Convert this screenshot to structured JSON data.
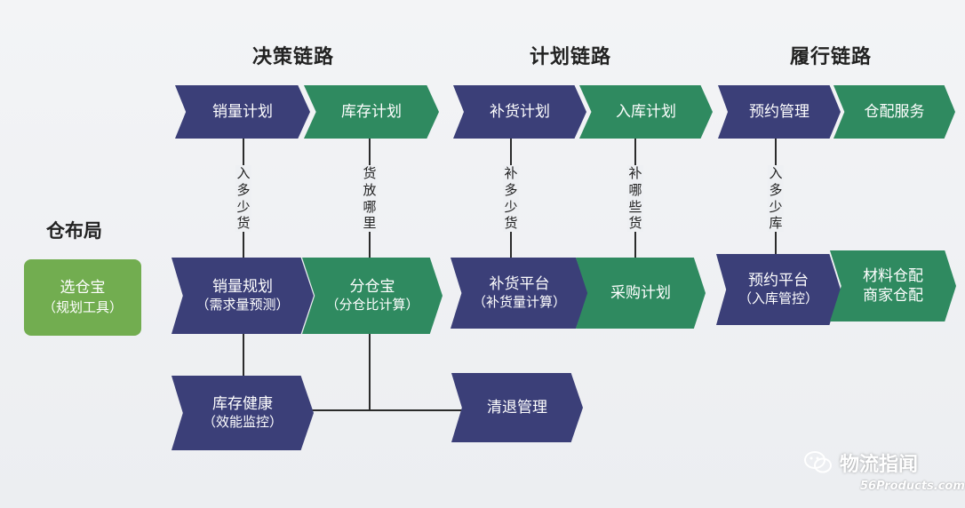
{
  "headers": {
    "decision": "决策链路",
    "plan": "计划链路",
    "fulfill": "履行链路"
  },
  "side": {
    "title": "仓布局",
    "tool_name": "选仓宝",
    "tool_sub": "（规划工具）"
  },
  "nodes": {
    "sales_plan": "销量计划",
    "inventory_plan": "库存计划",
    "replenish_plan": "补货计划",
    "inbound_plan": "入库计划",
    "appointment_mgmt": "预约管理",
    "warehouse_service": "仓配服务",
    "sales_planning": "销量规划",
    "sales_planning_sub": "（需求量预测）",
    "split_tool": "分仓宝",
    "split_tool_sub": "（分仓比计算）",
    "replenish_platform": "补货平台",
    "replenish_platform_sub": "（补货量计算）",
    "purchase_plan": "采购计划",
    "appointment_platform": "预约平台",
    "appointment_platform_sub": "（入库管控）",
    "material_delivery": "材料仓配",
    "merchant_delivery": "商家仓配",
    "inventory_health": "库存健康",
    "inventory_health_sub": "（效能监控）",
    "clearance_mgmt": "清退管理"
  },
  "connectors": {
    "how_much_in": "入多少货",
    "where_to_put": "货放哪里",
    "how_much_replenish": "补多少货",
    "which_goods": "补哪些货",
    "how_much_inbound": "入多少库"
  },
  "watermark": {
    "name": "物流指闻",
    "logo": "56Products.com"
  },
  "colors": {
    "navy": "#3b3f78",
    "green": "#2f8a60",
    "tool_green": "#72ad50"
  }
}
